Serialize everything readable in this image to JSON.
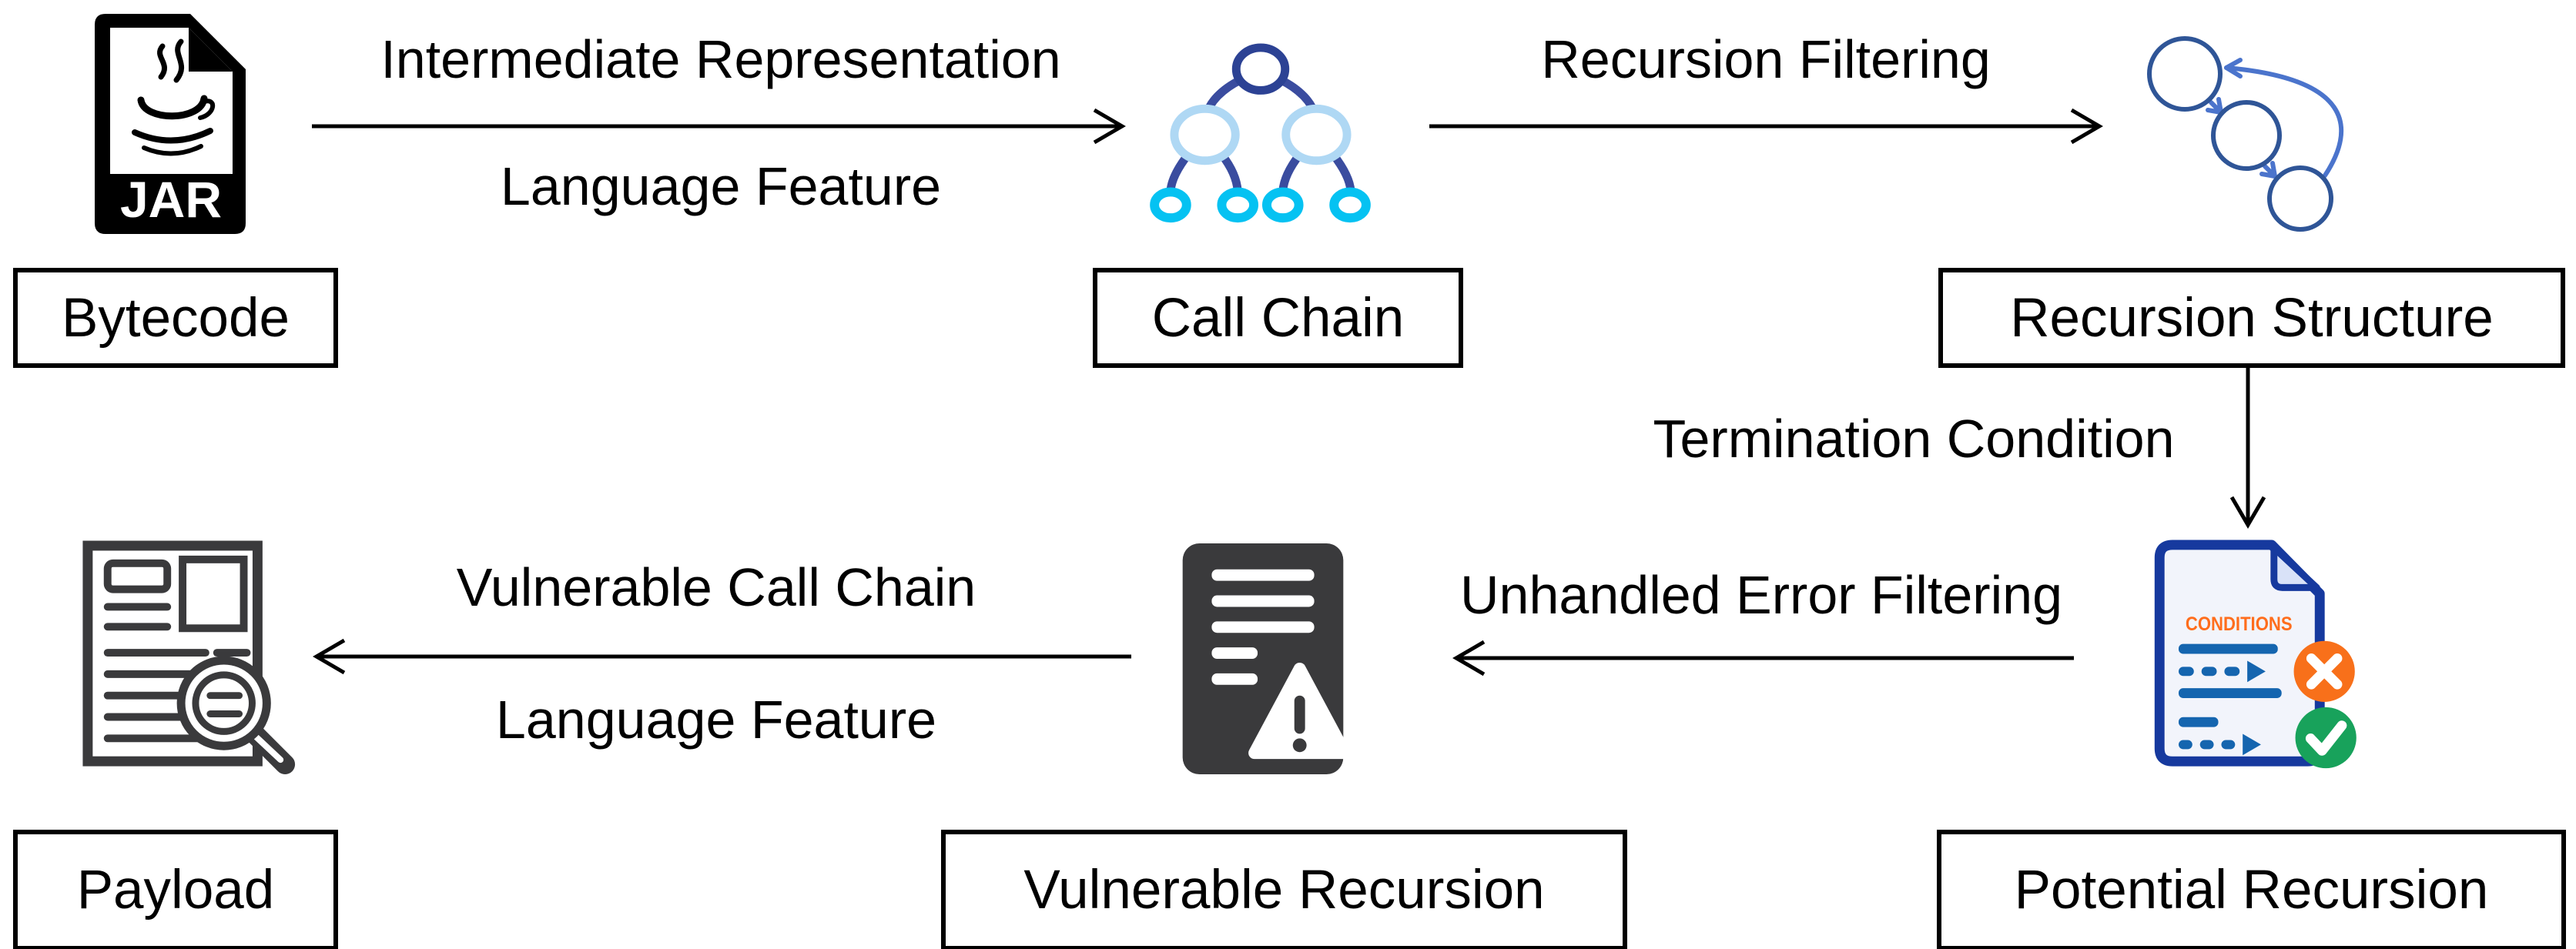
{
  "diagram": {
    "nodes": {
      "bytecode": {
        "label": "Bytecode"
      },
      "call_chain": {
        "label": "Call Chain"
      },
      "recursion_structure": {
        "label": "Recursion Structure"
      },
      "payload": {
        "label": "Payload"
      },
      "vulnerable_recursion": {
        "label": "Vulnerable Recursion"
      },
      "potential_recursion": {
        "label": "Potential Recursion"
      }
    },
    "edges": {
      "bytecode_to_call_chain": {
        "label_top": "Intermediate Representation",
        "label_bottom": "Language Feature",
        "direction": "right"
      },
      "call_chain_to_recursion_structure": {
        "label_top": "Recursion Filtering",
        "direction": "right"
      },
      "recursion_structure_to_potential_recursion": {
        "label": "Termination Condition",
        "direction": "down"
      },
      "potential_recursion_to_vulnerable_recursion": {
        "label_top": "Unhandled Error Filtering",
        "direction": "left"
      },
      "vulnerable_recursion_to_payload": {
        "label_top": "Vulnerable Call Chain",
        "label_bottom": "Language Feature",
        "direction": "left"
      }
    },
    "icons": {
      "jar_file": {
        "badge_text": "JAR"
      },
      "conditions_document": {
        "title_text": "CONDITIONS"
      }
    },
    "colors": {
      "arrow": "#000000",
      "node_border": "#000000",
      "tree_root_stroke": "#2C4294",
      "tree_edge": "#3A4C9F",
      "tree_mid_stroke": "#AFD8F4",
      "tree_leaf_stroke": "#05C2F2",
      "cycle_node_stroke": "#2F5597",
      "cycle_arrow": "#4B74CC",
      "conditions_border": "#16399E",
      "conditions_fill": "#F2F4FB",
      "conditions_title": "#FF6D1C",
      "conditions_line": "#1565AF",
      "cross_badge": "#F8701A",
      "check_badge": "#18A25B",
      "warning_doc_fill": "#3A3A3C",
      "payload_outline": "#3A3A3C",
      "jar_fill": "#000000"
    }
  }
}
